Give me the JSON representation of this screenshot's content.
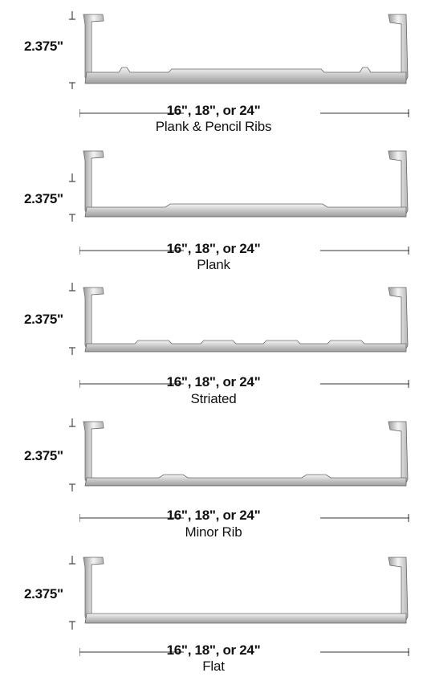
{
  "profiles": [
    {
      "height": "2.375\"",
      "width": "16\", 18\", or 24\"",
      "name": "Plank & Pencil Ribs",
      "rib_style": "plank-pencil"
    },
    {
      "height": "2.375\"",
      "width": "16\", 18\", or 24\"",
      "name": "Plank",
      "rib_style": "plank"
    },
    {
      "height": "2.375\"",
      "width": "16\", 18\", or 24\"",
      "name": "Striated",
      "rib_style": "striated"
    },
    {
      "height": "2.375\"",
      "width": "16\", 18\", or 24\"",
      "name": "Minor Rib",
      "rib_style": "minor-rib"
    },
    {
      "height": "2.375\"",
      "width": "16\", 18\", or 24\"",
      "name": "Flat",
      "rib_style": "flat"
    }
  ],
  "colors": {
    "panel_light": "#f2f2f2",
    "panel_mid": "#c9c9c9",
    "panel_dark": "#8a8a8a",
    "outline": "#555555"
  }
}
